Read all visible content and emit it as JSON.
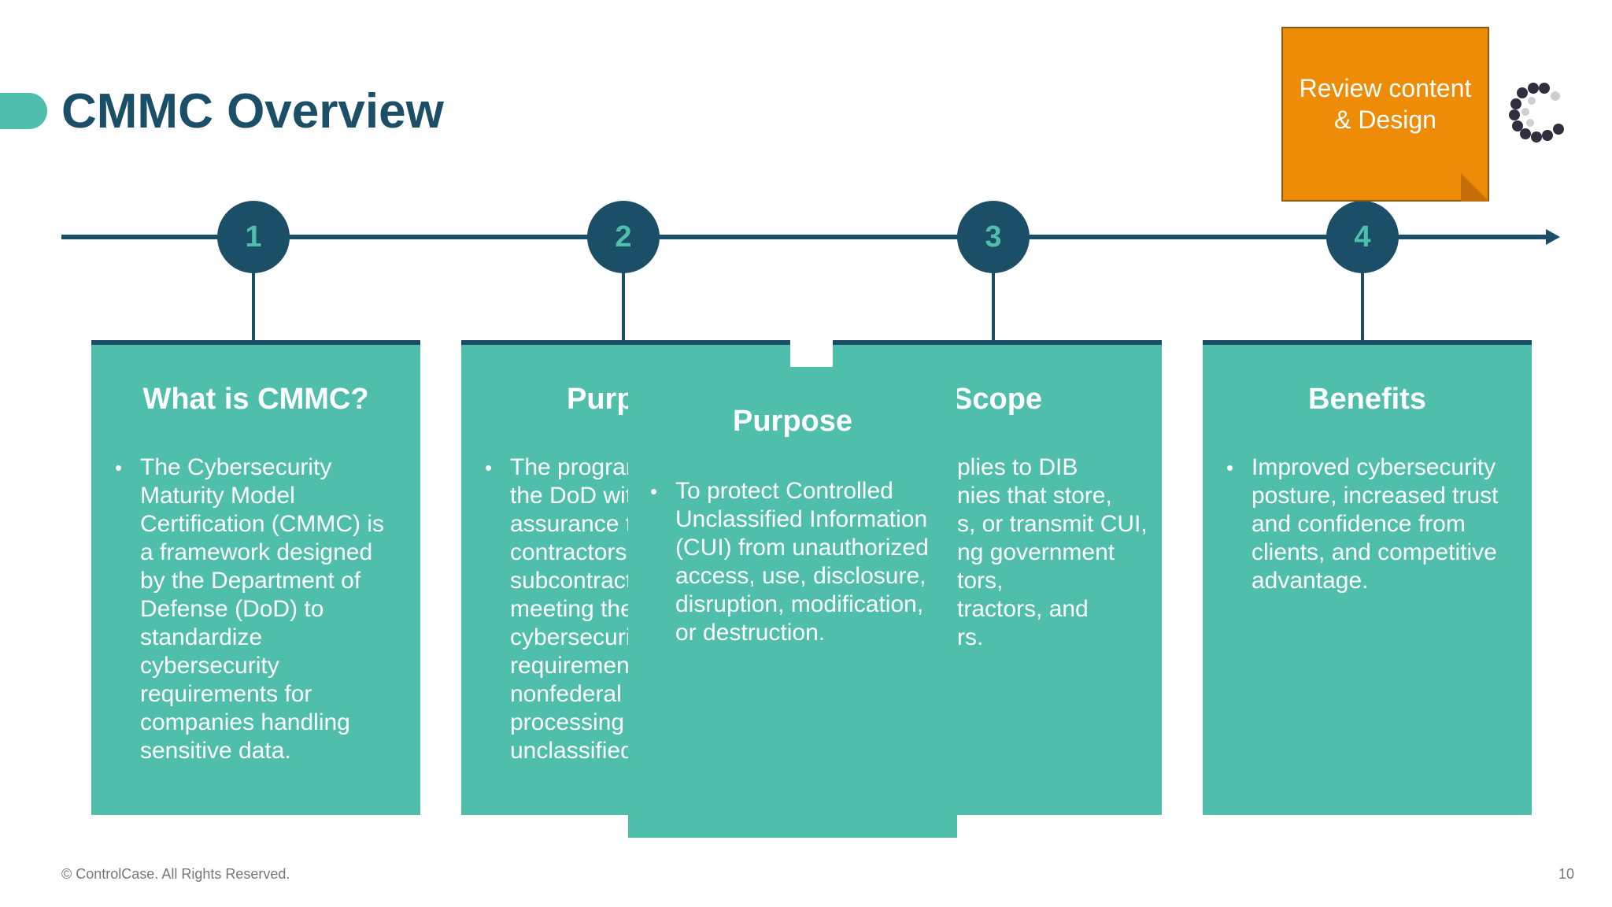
{
  "slide": {
    "title": "CMMC Overview",
    "footer": "©  ControlCase. All Rights Reserved.",
    "page_number": "10"
  },
  "timeline": {
    "steps": [
      {
        "number": "1",
        "title": "What is CMMC?",
        "bullet": "The Cybersecurity Maturity Model Certification (CMMC) is a framework designed by the Department of Defense (DoD) to standardize cybersecurity requirements for companies handling sensitive data."
      },
      {
        "number": "2",
        "title": "Purp",
        "bullet_lines": [
          "The prograr",
          "the DoD wit",
          "assurance t",
          "contractors",
          "subcontract",
          "meeting the",
          "cybersecuri",
          "requiremen",
          "nonfederal :",
          "processing",
          "unclassified"
        ]
      },
      {
        "number": "3",
        "title": "Scope",
        "bullet_lines": [
          "plies to DIB",
          "nies that store,",
          "s, or transmit CUI,",
          "ng government",
          "tors,",
          "tractors, and",
          "rs."
        ]
      },
      {
        "number": "4",
        "title": "Benefits",
        "bullet": "Improved cybersecurity posture, increased trust and confidence from clients, and competitive advantage."
      }
    ]
  },
  "popup": {
    "title": "Purpose",
    "bullet": "To protect Controlled Unclassified Information (CUI) from unauthorized access, use, disclosure, disruption, modification, or destruction."
  },
  "sticky_note": {
    "text": "Review content & Design"
  },
  "colors": {
    "teal": "#4fbfac",
    "navy": "#1b4f68",
    "orange": "#ee8c07"
  },
  "icons": {
    "logo": "controlcase-dots-logo-icon"
  }
}
